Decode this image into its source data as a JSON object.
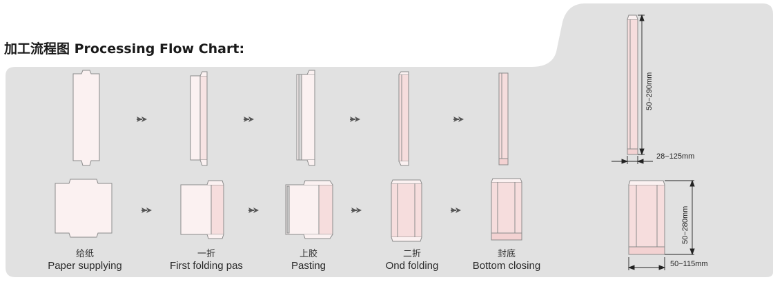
{
  "title": "加工流程图 Processing Flow Chart:",
  "steps": [
    {
      "cn": "给纸",
      "en": "Paper supplying"
    },
    {
      "cn": "一折",
      "en": "First folding pas"
    },
    {
      "cn": "上胶",
      "en": "Pasting"
    },
    {
      "cn": "二折",
      "en": "Ond folding"
    },
    {
      "cn": "封底",
      "en": "Bottom closing"
    }
  ],
  "dimensions": {
    "top_height": "50−290mm",
    "top_width": "28−125mm",
    "bottom_height": "50−280mm",
    "bottom_width": "50−115mm"
  },
  "colors": {
    "panel": "#e1e1e1",
    "paper": "#fbeeee",
    "paper_dark": "#f3dada",
    "outline": "#8a8a8a",
    "arrow": "#555555"
  },
  "icons": [
    "arrow-right-icon"
  ]
}
